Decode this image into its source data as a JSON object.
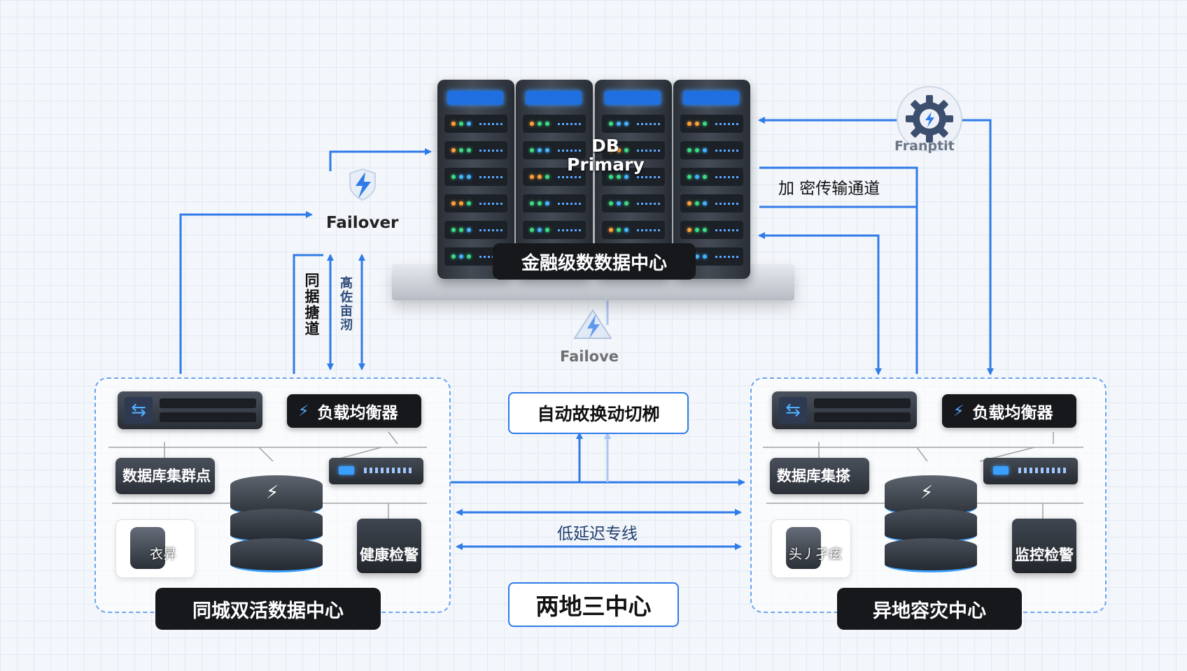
{
  "colors": {
    "link_blue": "#2f7be8",
    "dark": "#16181c",
    "panel_border": "#6aa4ef"
  },
  "db_primary": {
    "line1": "DB",
    "line2": "Primary",
    "title": "金融级数数据中心"
  },
  "failover_top": {
    "label": "Failover",
    "icon": "lightning-shield-icon"
  },
  "failover_mid": {
    "label": "Failove",
    "icon": "lightning-warning-icon"
  },
  "gear": {
    "label": "Franptit",
    "icon": "gear-icon"
  },
  "links": {
    "encrypted_channel": "加 密传输通道",
    "sync_channel": "同据搪道",
    "backup_channel": "髙佐亩沏",
    "low_latency": "低延迟专线"
  },
  "auto_failover": "自动故换动切栁",
  "two_sites_three_centers": "两地三中心",
  "left_dc": {
    "title": "同城双活数据中心",
    "load_balancer": "负载均衡器",
    "cluster": "数据库集群点",
    "backup_tile": "衣昇",
    "alarm": "健康检警"
  },
  "right_dc": {
    "title": "异地容灾中心",
    "load_balancer": "负载均衡器",
    "cluster": "数据库集搽",
    "backup_tile": "头丿孑痃",
    "alarm": "监控检警"
  }
}
